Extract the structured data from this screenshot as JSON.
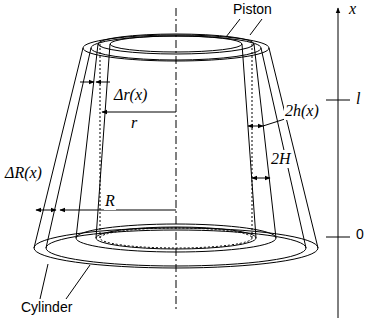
{
  "diagram": {
    "labels": [
      "Piston",
      "x",
      "l",
      "0",
      "Δr(x)",
      "r",
      "2h(x)",
      "2H",
      "ΔR(x)",
      "R",
      "Cylinder"
    ]
  }
}
